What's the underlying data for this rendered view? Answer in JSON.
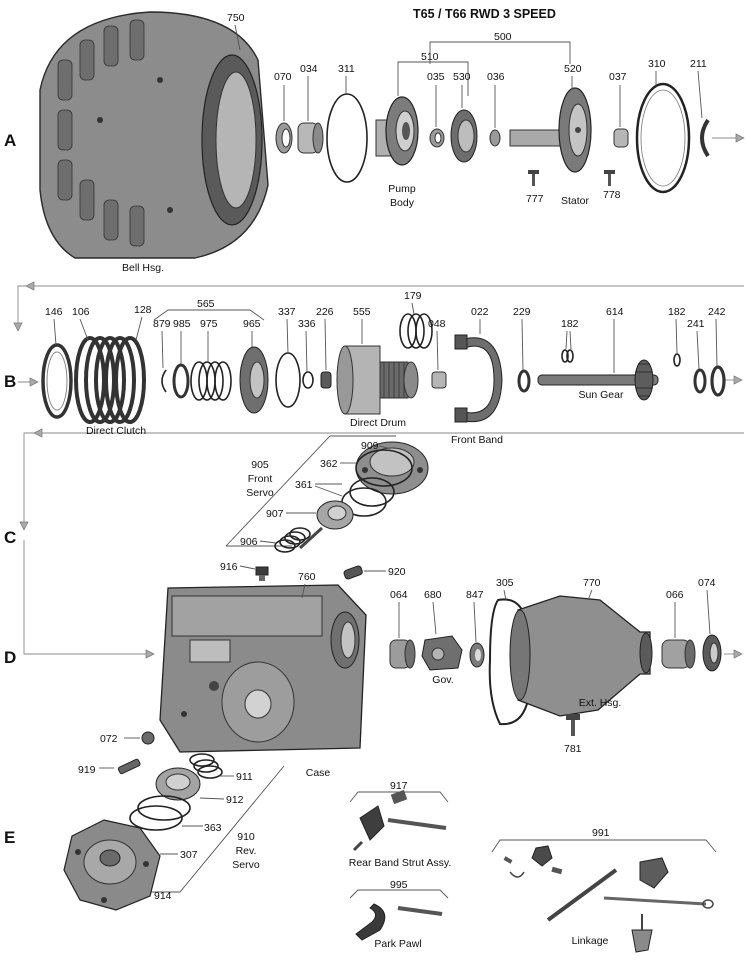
{
  "title": "T65 / T66  RWD 3 SPEED",
  "rows": [
    "A",
    "B",
    "C",
    "D",
    "E"
  ],
  "parts": {
    "p750": "750",
    "p070": "070",
    "p034": "034",
    "p311": "311",
    "p500": "500",
    "p510": "510",
    "p035": "035",
    "p530": "530",
    "p036": "036",
    "p520": "520",
    "p037": "037",
    "p310": "310",
    "p211": "211",
    "p777": "777",
    "p778": "778",
    "p146": "146",
    "p106": "106",
    "p128": "128",
    "p565": "565",
    "p879": "879",
    "p985": "985",
    "p975": "975",
    "p965": "965",
    "p337": "337",
    "p336": "336",
    "p226": "226",
    "p555": "555",
    "p179": "179",
    "p048": "048",
    "p022": "022",
    "p229": "229",
    "p182a": "182",
    "p614": "614",
    "p182b": "182",
    "p241": "241",
    "p242": "242",
    "p909": "909",
    "p905": "905",
    "p362": "362",
    "p361": "361",
    "p907": "907",
    "p906": "906",
    "p916": "916",
    "p760": "760",
    "p920": "920",
    "p064": "064",
    "p680": "680",
    "p847": "847",
    "p305": "305",
    "p770": "770",
    "p066": "066",
    "p074": "074",
    "p781": "781",
    "p072": "072",
    "p919": "919",
    "p911": "911",
    "p912": "912",
    "p363": "363",
    "p910": "910",
    "p307": "307",
    "p914": "914",
    "p917": "917",
    "p995": "995",
    "p991": "991"
  },
  "names": {
    "bell": "Bell Hsg.",
    "pump1": "Pump",
    "pump2": "Body",
    "stator": "Stator",
    "direct_clutch": "Direct Clutch",
    "direct_drum": "Direct Drum",
    "front_band": "Front Band",
    "sun_gear": "Sun Gear",
    "front1": "Front",
    "front2": "Servo",
    "gov": "Gov.",
    "ext": "Ext. Hsg.",
    "case": "Case",
    "rev1": "Rev.",
    "rev2": "Servo",
    "rear_band": "Rear Band Strut Assy.",
    "park_pawl": "Park Pawl",
    "linkage": "Linkage"
  }
}
